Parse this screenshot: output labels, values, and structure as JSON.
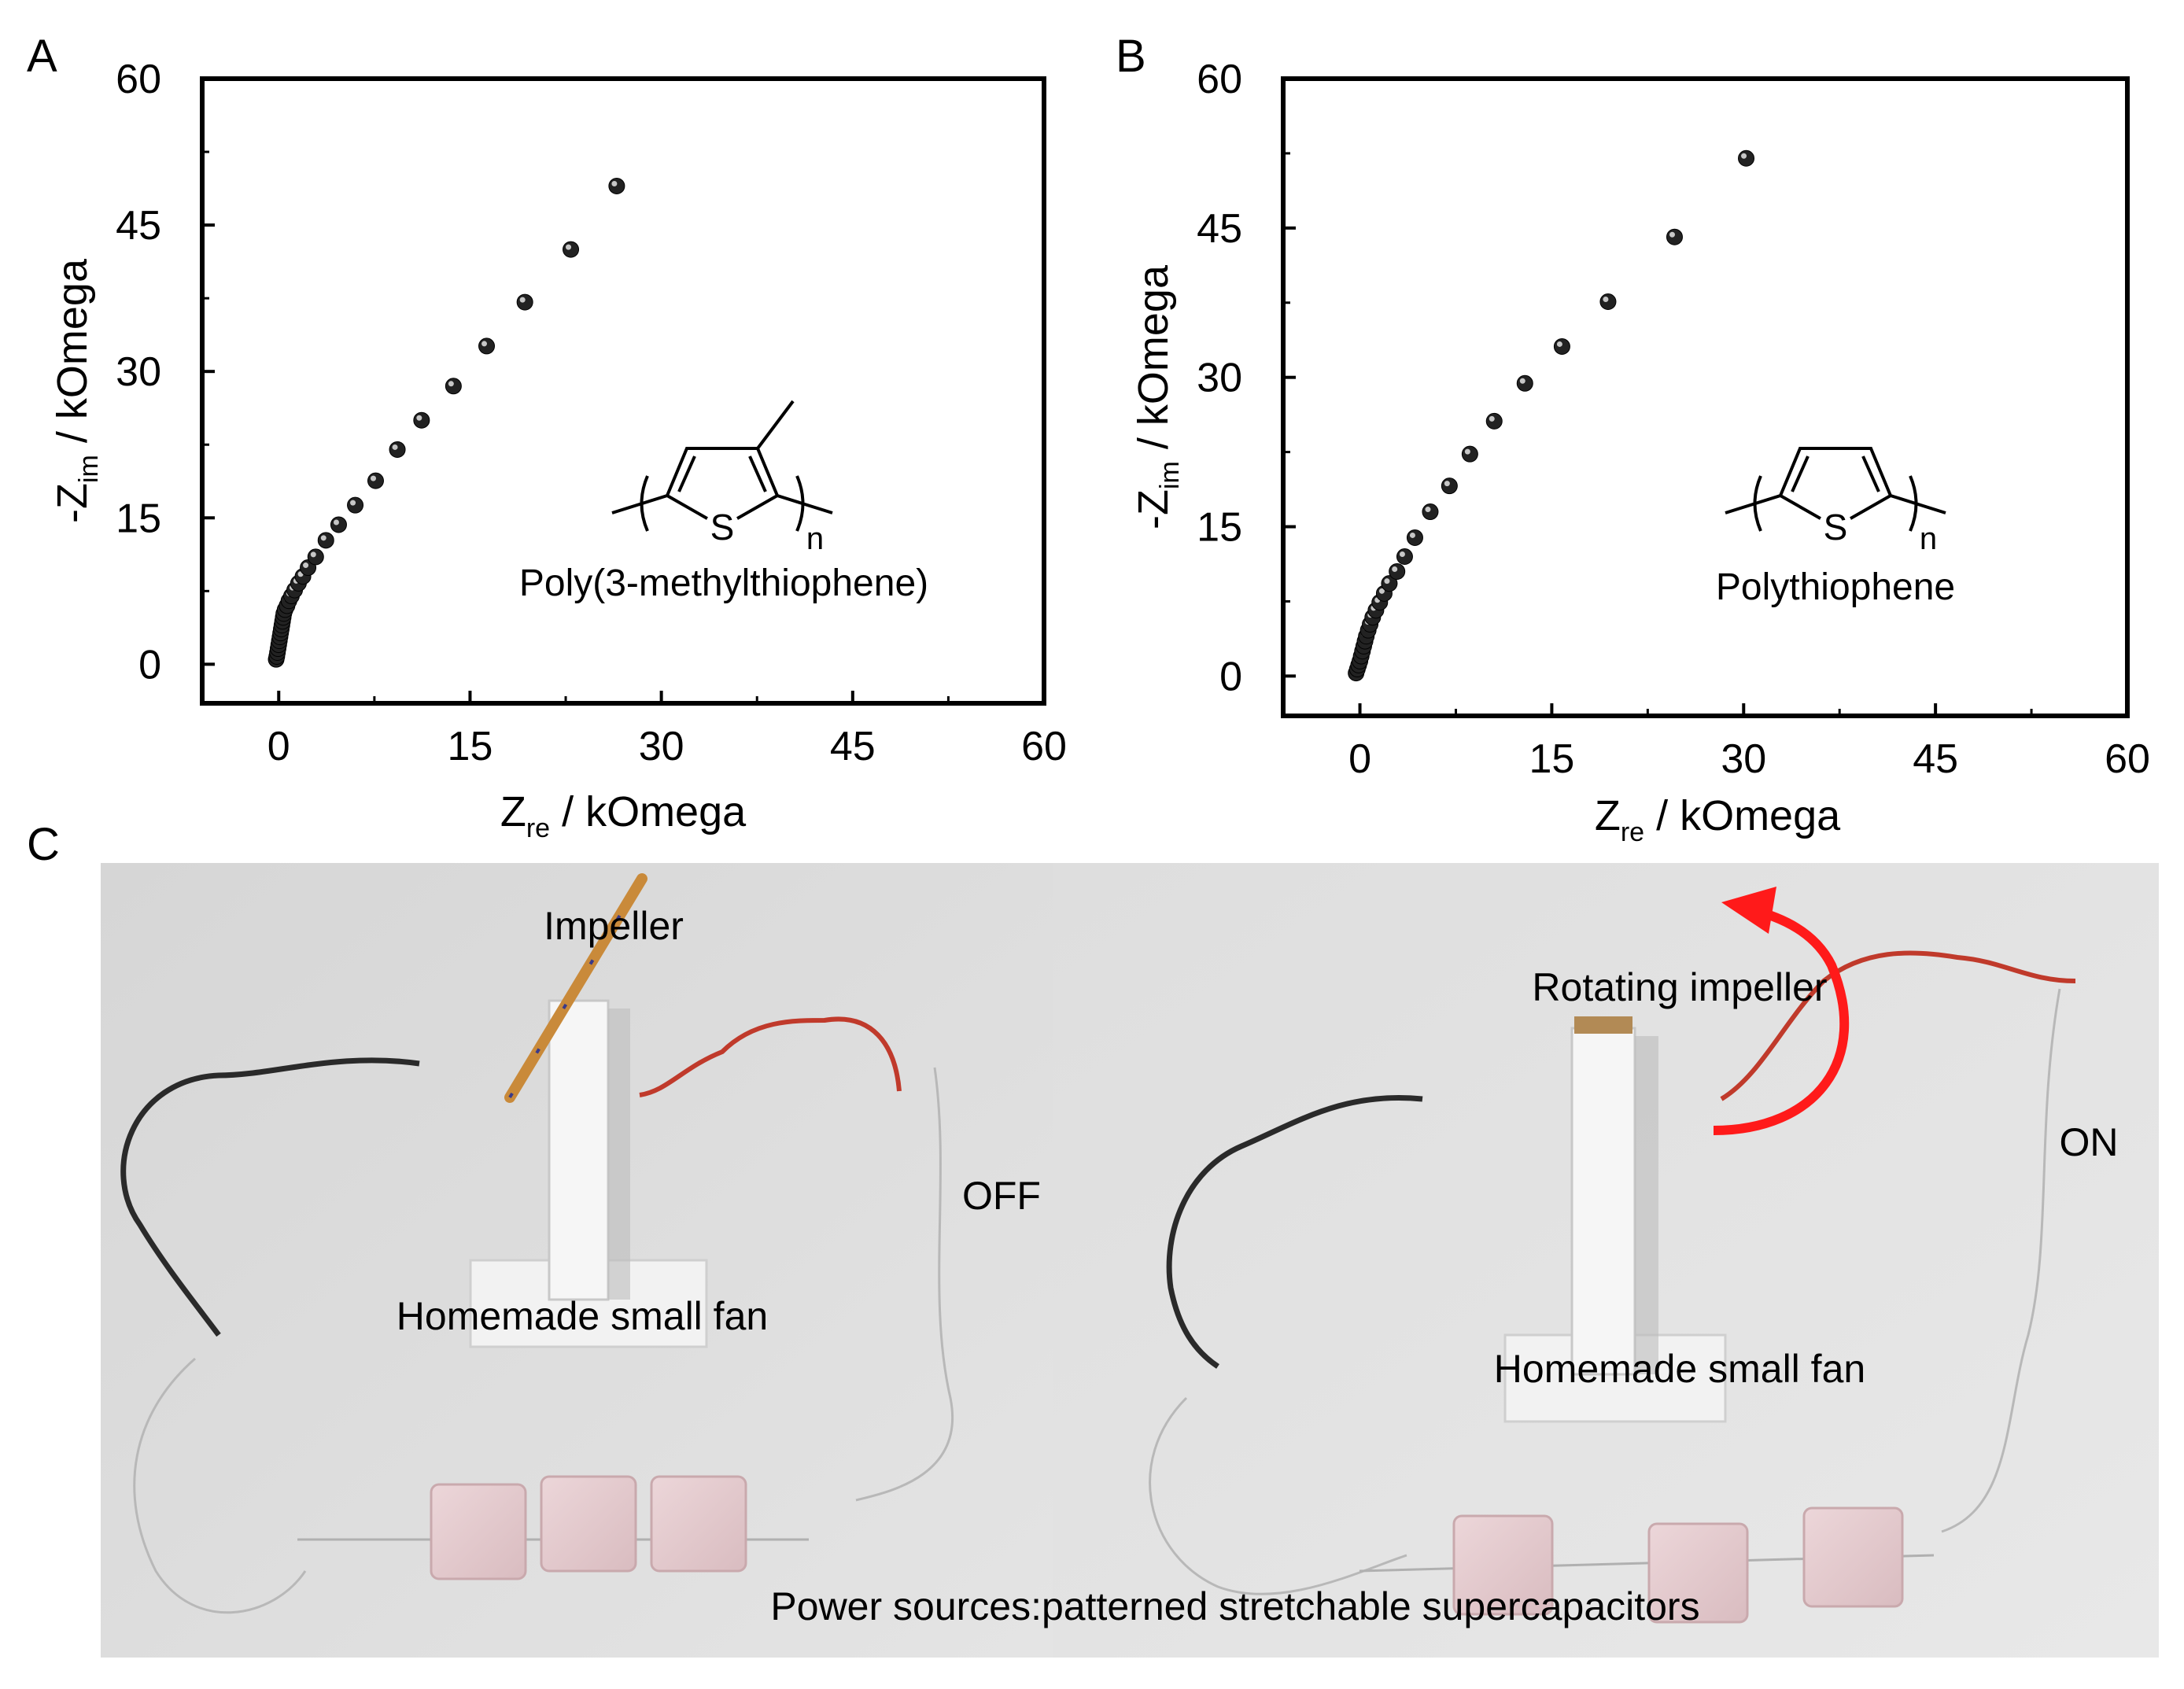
{
  "panels": {
    "a": {
      "letter": "A"
    },
    "b": {
      "letter": "B"
    },
    "c": {
      "letter": "C"
    }
  },
  "chart_data": [
    {
      "type": "scatter",
      "panel": "A",
      "xlabel_main": "Z",
      "xlabel_sub": "re",
      "xlabel_unit": " / kOmega",
      "ylabel_main": "-Z",
      "ylabel_sub": "im",
      "ylabel_unit": " / kOmega",
      "xlim": [
        -6,
        60
      ],
      "ylim": [
        -4,
        60
      ],
      "xticks": [
        0,
        15,
        30,
        45,
        60
      ],
      "yticks": [
        0,
        15,
        30,
        45,
        60
      ],
      "x_tick_labels": [
        "0",
        "15",
        "30",
        "45",
        "60"
      ],
      "y_tick_labels": [
        "0",
        "15",
        "30",
        "45",
        "60"
      ],
      "annotation": "Poly(3-methylthiophene)",
      "structure": "poly3mt",
      "x": [
        -0.2,
        -0.15,
        -0.1,
        -0.05,
        0,
        0.05,
        0.1,
        0.15,
        0.2,
        0.25,
        0.3,
        0.35,
        0.4,
        0.5,
        0.65,
        0.8,
        1.0,
        1.25,
        1.55,
        1.9,
        2.3,
        2.9,
        3.7,
        4.7,
        6.0,
        7.6,
        9.3,
        11.2,
        13.7,
        16.3,
        19.3,
        22.9,
        26.5
      ],
      "y": [
        0.5,
        0.8,
        1.2,
        1.6,
        2.0,
        2.4,
        2.8,
        3.2,
        3.6,
        4.0,
        4.4,
        4.8,
        5.2,
        5.6,
        6.0,
        6.5,
        7.0,
        7.6,
        8.3,
        9.0,
        9.9,
        11.0,
        12.7,
        14.3,
        16.3,
        18.8,
        22.0,
        25.0,
        28.5,
        32.6,
        37.1,
        42.5,
        49.0
      ],
      "grid": false,
      "marker_color": "#222222"
    },
    {
      "type": "scatter",
      "panel": "B",
      "xlabel_main": "Z",
      "xlabel_sub": "re",
      "xlabel_unit": " / kOmega",
      "ylabel_main": "-Z",
      "ylabel_sub": "im",
      "ylabel_unit": " / kOmega",
      "xlim": [
        -6,
        60
      ],
      "ylim": [
        -4,
        60
      ],
      "xticks": [
        0,
        15,
        30,
        45,
        60
      ],
      "yticks": [
        0,
        15,
        30,
        45,
        60
      ],
      "x_tick_labels": [
        "0",
        "15",
        "30",
        "45",
        "60"
      ],
      "y_tick_labels": [
        "0",
        "15",
        "30",
        "45",
        "60"
      ],
      "annotation": "Polythiophene",
      "structure": "polythiophene",
      "x": [
        -0.3,
        -0.2,
        -0.1,
        0,
        0.1,
        0.2,
        0.3,
        0.4,
        0.5,
        0.65,
        0.8,
        1.0,
        1.25,
        1.55,
        1.9,
        2.3,
        2.9,
        3.5,
        4.3,
        5.5,
        7.0,
        8.6,
        10.5,
        12.9,
        15.8,
        19.4,
        24.6,
        30.2
      ],
      "y": [
        0.3,
        0.7,
        1.1,
        1.5,
        2.0,
        2.5,
        3.0,
        3.5,
        4.0,
        4.6,
        5.2,
        5.9,
        6.6,
        7.4,
        8.3,
        9.3,
        10.5,
        12.0,
        13.9,
        16.5,
        19.1,
        22.3,
        25.6,
        29.4,
        33.1,
        37.6,
        44.1,
        52.0
      ],
      "grid": false,
      "marker_color": "#222222"
    }
  ],
  "photo": {
    "labels": {
      "impeller": "Impeller",
      "rotating_impeller": "Rotating impeller",
      "fan_left": "Homemade small fan",
      "fan_right": "Homemade small fan",
      "off": "OFF",
      "on": "ON",
      "power": "Power sources:patterned stretchable supercapacitors"
    },
    "colors": {
      "background": "#dcdcdc",
      "wire_black": "#2a2a2a",
      "wire_red": "#c03a2b",
      "arrow": "#ff1a1a",
      "cell": "#e6cfd2"
    }
  }
}
